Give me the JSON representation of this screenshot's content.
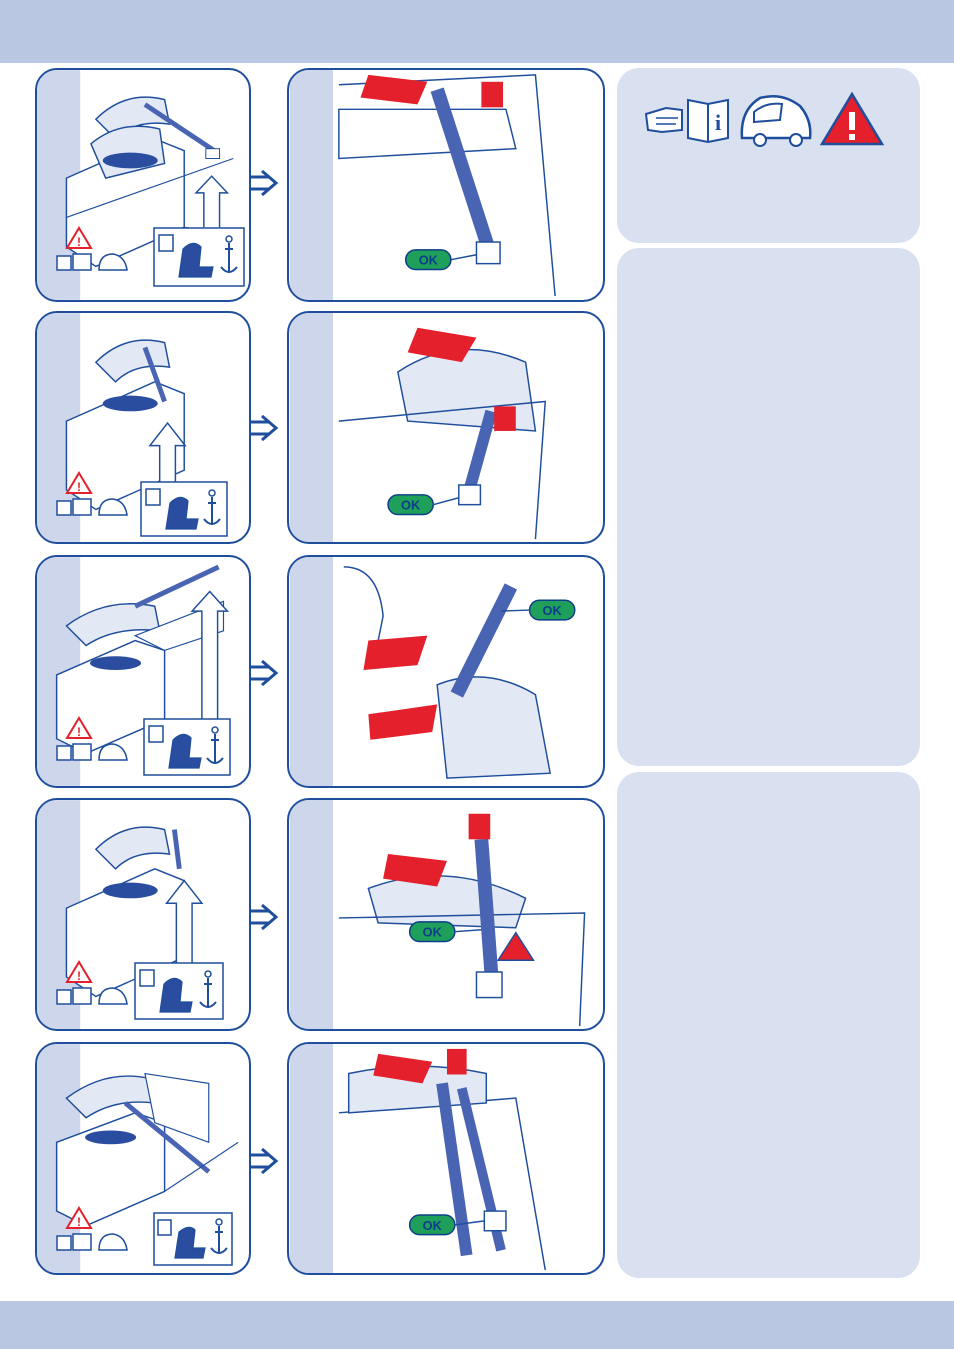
{
  "steps": [
    {
      "ok_label": "OK"
    },
    {
      "ok_label": "OK"
    },
    {
      "ok_label": "OK"
    },
    {
      "ok_label": "OK"
    },
    {
      "ok_label": "OK"
    }
  ],
  "icons": {
    "info_group": [
      "pointing-hand-icon",
      "manual-book-icon",
      "car-icon",
      "warning-triangle-icon"
    ],
    "mini_group": [
      "warning-triangle-icon",
      "pointing-hand-icon",
      "manual-book-icon",
      "car-icon"
    ],
    "box_group": [
      "manual-book-icon",
      "seat-icon",
      "anchor-icon"
    ]
  },
  "colors": {
    "band": "#b9c7e3",
    "panel_border": "#1f4e9c",
    "side_panel": "#d9e0f0",
    "ok_badge": "#1fa05a",
    "warning_red": "#e3202b",
    "belt_blue": "#4a64b4"
  }
}
